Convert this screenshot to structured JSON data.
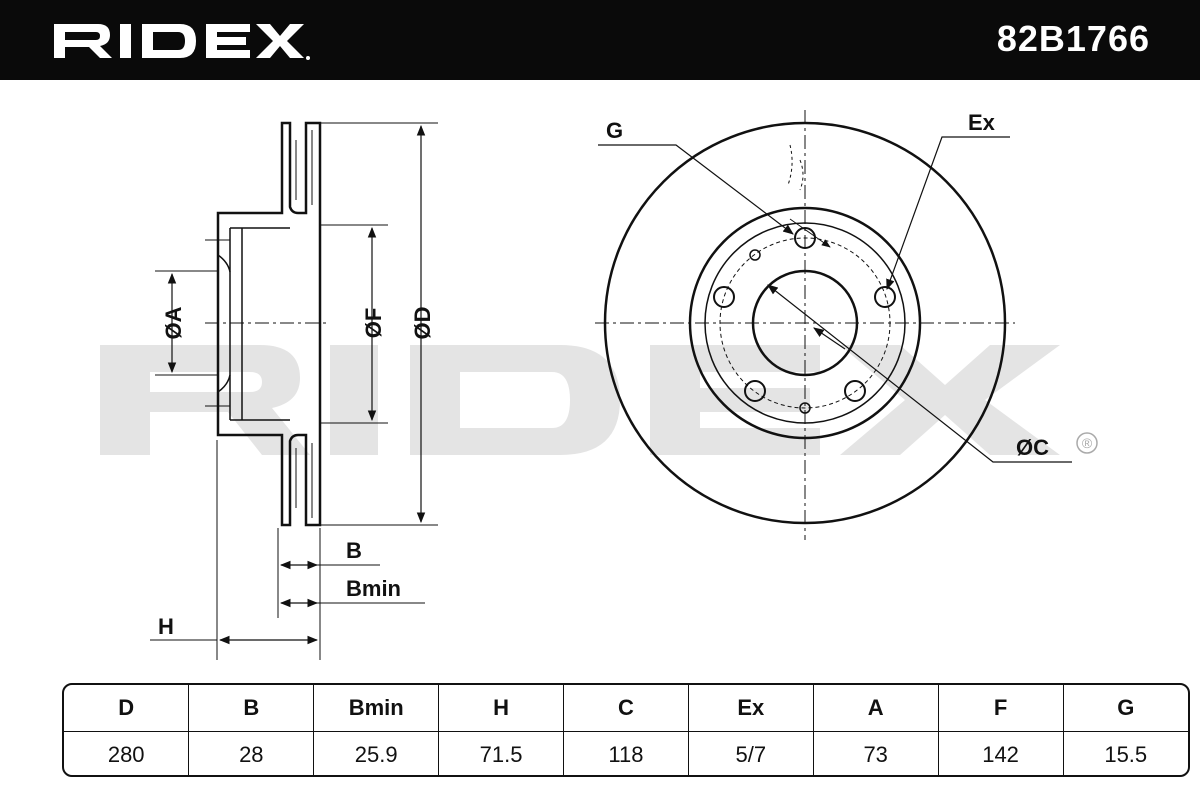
{
  "header": {
    "brand": "RIDEX",
    "part_number": "82B1766"
  },
  "diagram": {
    "side_labels": {
      "A": "ØA",
      "F": "ØF",
      "D": "ØD",
      "B": "B",
      "Bmin": "Bmin",
      "H": "H"
    },
    "front_labels": {
      "G": "G",
      "Ex": "Ex",
      "C": "ØC",
      "registered": "®"
    },
    "watermark": "RIDEX"
  },
  "specs": {
    "headers": [
      "D",
      "B",
      "Bmin",
      "H",
      "C",
      "Ex",
      "A",
      "F",
      "G"
    ],
    "values": [
      "280",
      "28",
      "25.9",
      "71.5",
      "118",
      "5/7",
      "73",
      "142",
      "15.5"
    ]
  }
}
